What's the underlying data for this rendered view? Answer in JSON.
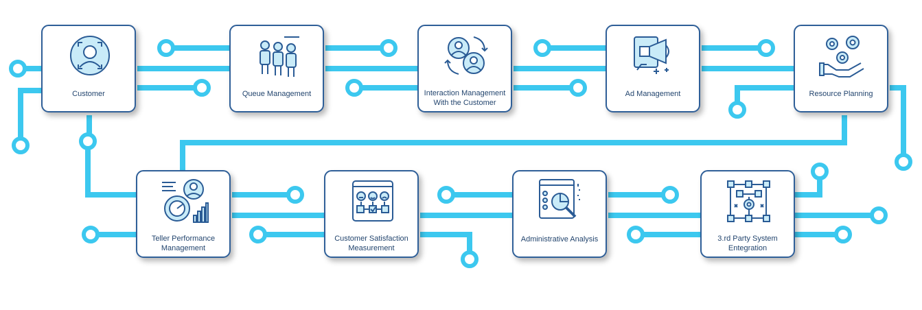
{
  "colors": {
    "wire": "#3cc8ef",
    "card_border": "#2f5f98",
    "icon_stroke": "#2a5b95",
    "icon_fill": "#c9ebf8",
    "label": "#23456e"
  },
  "steps": [
    {
      "lines": [
        "Customer"
      ],
      "icon": "customer-face-scan-icon"
    },
    {
      "lines": [
        "Queue Management"
      ],
      "icon": "queue-people-icon"
    },
    {
      "lines": [
        "Interaction Management",
        "With the Customer"
      ],
      "icon": "interaction-cycle-icon"
    },
    {
      "lines": [
        "Ad Management"
      ],
      "icon": "megaphone-icon"
    },
    {
      "lines": [
        "Resource Planning"
      ],
      "icon": "gears-hand-icon"
    },
    {
      "lines": [
        "Teller Performance",
        "Management"
      ],
      "icon": "performance-gauge-icon"
    },
    {
      "lines": [
        "Customer Satisfaction",
        "Measurement"
      ],
      "icon": "satisfaction-survey-icon"
    },
    {
      "lines": [
        "Administrative Analysis"
      ],
      "icon": "analysis-magnifier-icon"
    },
    {
      "lines": [
        "3.rd Party System",
        "Entegration"
      ],
      "icon": "system-integration-icon"
    }
  ]
}
